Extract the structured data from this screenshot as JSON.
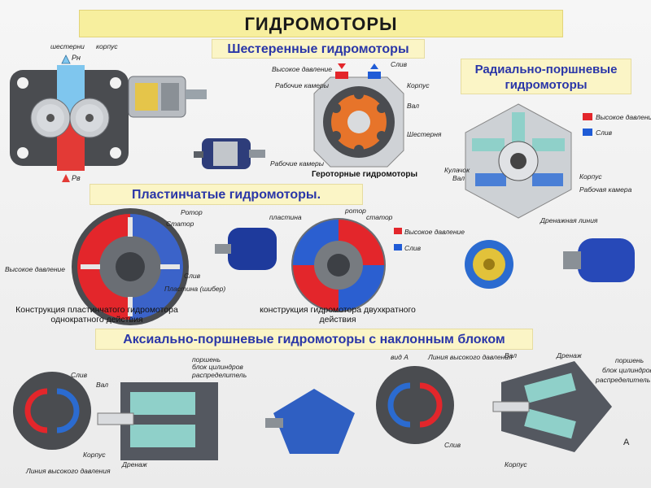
{
  "title": "ГИДРОМОТОРЫ",
  "sections": {
    "gear": {
      "title": "Шестеренные гидромоторы",
      "labels": {
        "gears": "шестерни",
        "housing": "корпус",
        "pn": "Pн",
        "pv": "Pв"
      },
      "gerotor": {
        "caption": "Героторные гидромоторы",
        "labels": {
          "high_pressure": "Высокое давление",
          "drain": "Слив",
          "working_chambers_top": "Рабочие камеры",
          "housing": "Корпус",
          "shaft": "Вал",
          "gear": "Шестерня",
          "working_chambers_bottom": "Рабочие камеры"
        }
      }
    },
    "radial": {
      "title": "Радиально-поршневые гидромоторы",
      "legend": {
        "high_pressure": "Высокое давление",
        "drain": "Слив"
      },
      "labels": {
        "cam": "Кулачок",
        "shaft": "Вал",
        "housing": "Корпус",
        "working_chamber": "Рабочая камера",
        "drain_line": "Дренажная линия"
      }
    },
    "vane": {
      "title": "Пластинчатые гидромоторы.",
      "labels": {
        "rotor": "Ротор",
        "stator": "Статор",
        "high_pressure": "Высокое давление",
        "drain": "Слив",
        "vane": "Пластина (шибер)"
      },
      "caption_single": "Конструкция пластинчатого гидромотора однократного действия",
      "double": {
        "labels": {
          "vane": "пластина",
          "rotor": "ротор",
          "stator": "статор"
        },
        "legend": {
          "high_pressure": "Высокое давление",
          "drain": "Слив"
        },
        "caption": "конструкция гидромотора двухкратного действия"
      }
    },
    "axial": {
      "title": "Аксиально-поршневые гидромоторы с наклонным блоком",
      "left": {
        "labels": {
          "drain": "Слив",
          "high_pressure_line": "Линия высокого давления",
          "shaft": "Вал",
          "piston": "поршень",
          "cylinder_block": "блок цилиндров",
          "distributor": "распределитель",
          "housing": "Корпус",
          "drainage": "Дренаж"
        }
      },
      "right": {
        "labels": {
          "view_a": "вид А",
          "high_pressure_line": "Линия высокого давления",
          "shaft": "Вал",
          "drainage": "Дренаж",
          "piston": "поршень",
          "cylinder_block": "блок цилиндров",
          "distributor": "распределитель",
          "drain": "Слив",
          "housing": "Корпус",
          "mark_a": "А"
        }
      }
    }
  },
  "colors": {
    "high_pressure": "#e3262b",
    "drain": "#1f5bd6",
    "metal": "#9aa3aa",
    "dark": "#3c3f44",
    "banner": "#fbf5c6"
  }
}
